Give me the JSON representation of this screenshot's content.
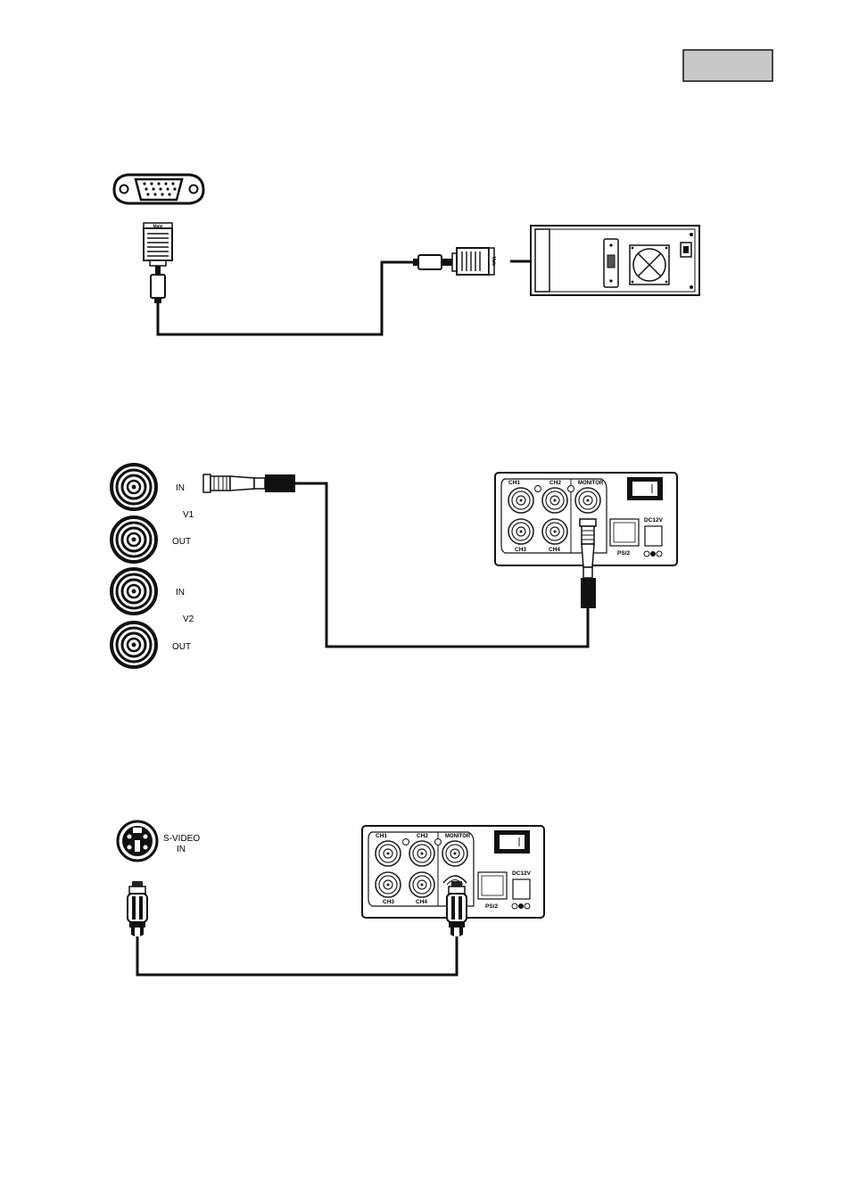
{
  "page": {
    "corner_tab": ""
  },
  "vga_section": {
    "connector_label": "Male",
    "plug_label": "Male"
  },
  "bnc_section": {
    "ports": [
      {
        "label": "IN"
      },
      {
        "label": "OUT"
      },
      {
        "label": "IN"
      },
      {
        "label": "OUT"
      }
    ],
    "groups": [
      "V1",
      "V2"
    ],
    "dvr_panel": {
      "ch1": "CH1",
      "ch2": "CH2",
      "ch3": "CH3",
      "ch4": "CH4",
      "monitor": "MONITOR",
      "ps2": "PS/2",
      "dc": "DC12V"
    }
  },
  "svideo_section": {
    "label_line1": "S-VIDEO",
    "label_line2": "IN",
    "dvr_panel": {
      "ch1": "CH1",
      "ch2": "CH2",
      "ch3": "CH3",
      "ch4": "CH4",
      "monitor": "MONITOR",
      "ps2": "PS/2",
      "dc": "DC12V"
    }
  }
}
